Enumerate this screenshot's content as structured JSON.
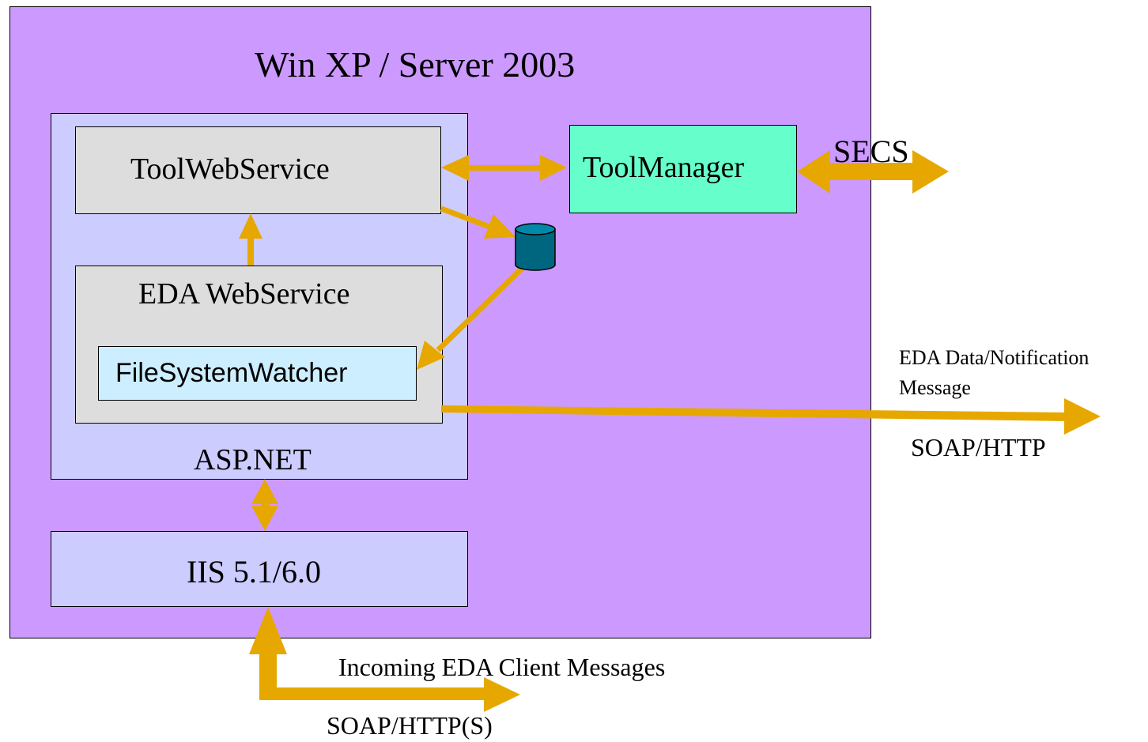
{
  "diagram": {
    "os_container": {
      "label": "Win XP / Server 2003",
      "fill": "#cc99ff"
    },
    "aspnet_container": {
      "label": "ASP.NET",
      "fill": "#ccccff"
    },
    "tool_web_service": {
      "label": "ToolWebService",
      "fill": "#dddddd"
    },
    "eda_web_service": {
      "label": "EDA WebService",
      "fill": "#dddddd"
    },
    "file_system_watcher": {
      "label": "FileSystemWatcher",
      "fill": "#cceeff"
    },
    "tool_manager": {
      "label": "ToolManager",
      "fill": "#66ffcc"
    },
    "iis": {
      "label": "IIS 5.1/6.0",
      "fill": "#ccccff"
    },
    "database": {
      "icon": "database-cylinder-icon",
      "fill": "#006680"
    },
    "arrow_color": "#e6a800",
    "labels": {
      "secs": "SECS",
      "eda_notification_line1": "EDA Data/Notification",
      "eda_notification_line2": "Message",
      "soap_http": "SOAP/HTTP",
      "incoming": "Incoming EDA Client Messages",
      "soap_https": "SOAP/HTTP(S)"
    }
  }
}
